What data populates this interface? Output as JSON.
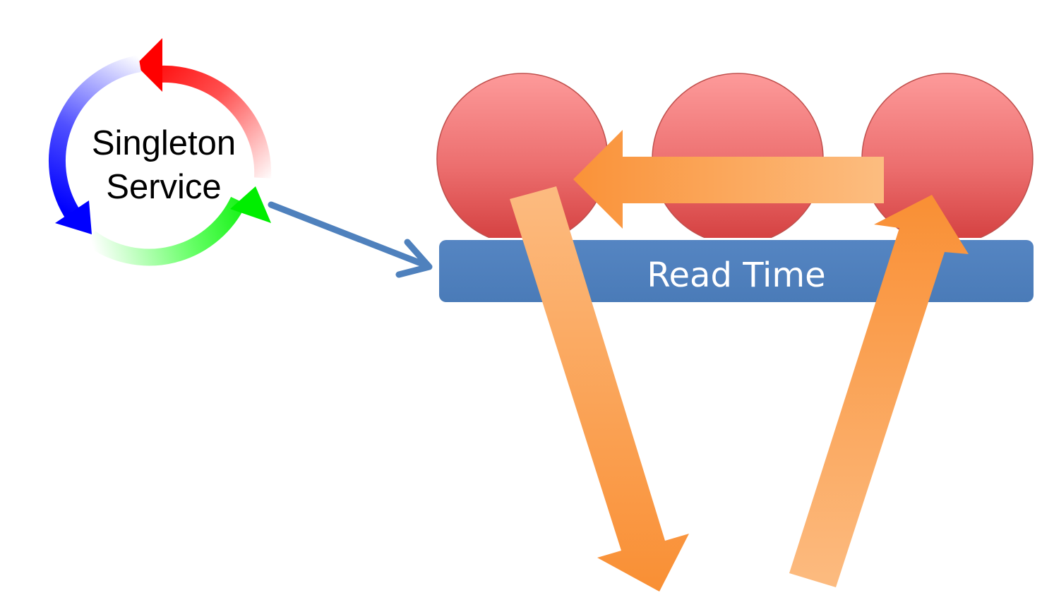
{
  "singleton_service": {
    "label_line1": "Singleton",
    "label_line2": "Service",
    "cycle_icon": "cycle-arrows-icon",
    "arrow_colors": {
      "red": "#ff0000",
      "blue": "#0000ff",
      "green": "#00e600"
    }
  },
  "read_time_bar": {
    "label": "Read Time",
    "fill_color": "#4f81bd"
  },
  "nodes": {
    "count": 3,
    "color": "#e05a5a"
  },
  "connector": {
    "color": "#4f81bd"
  },
  "flow_arrows": {
    "color": "#f79646"
  }
}
